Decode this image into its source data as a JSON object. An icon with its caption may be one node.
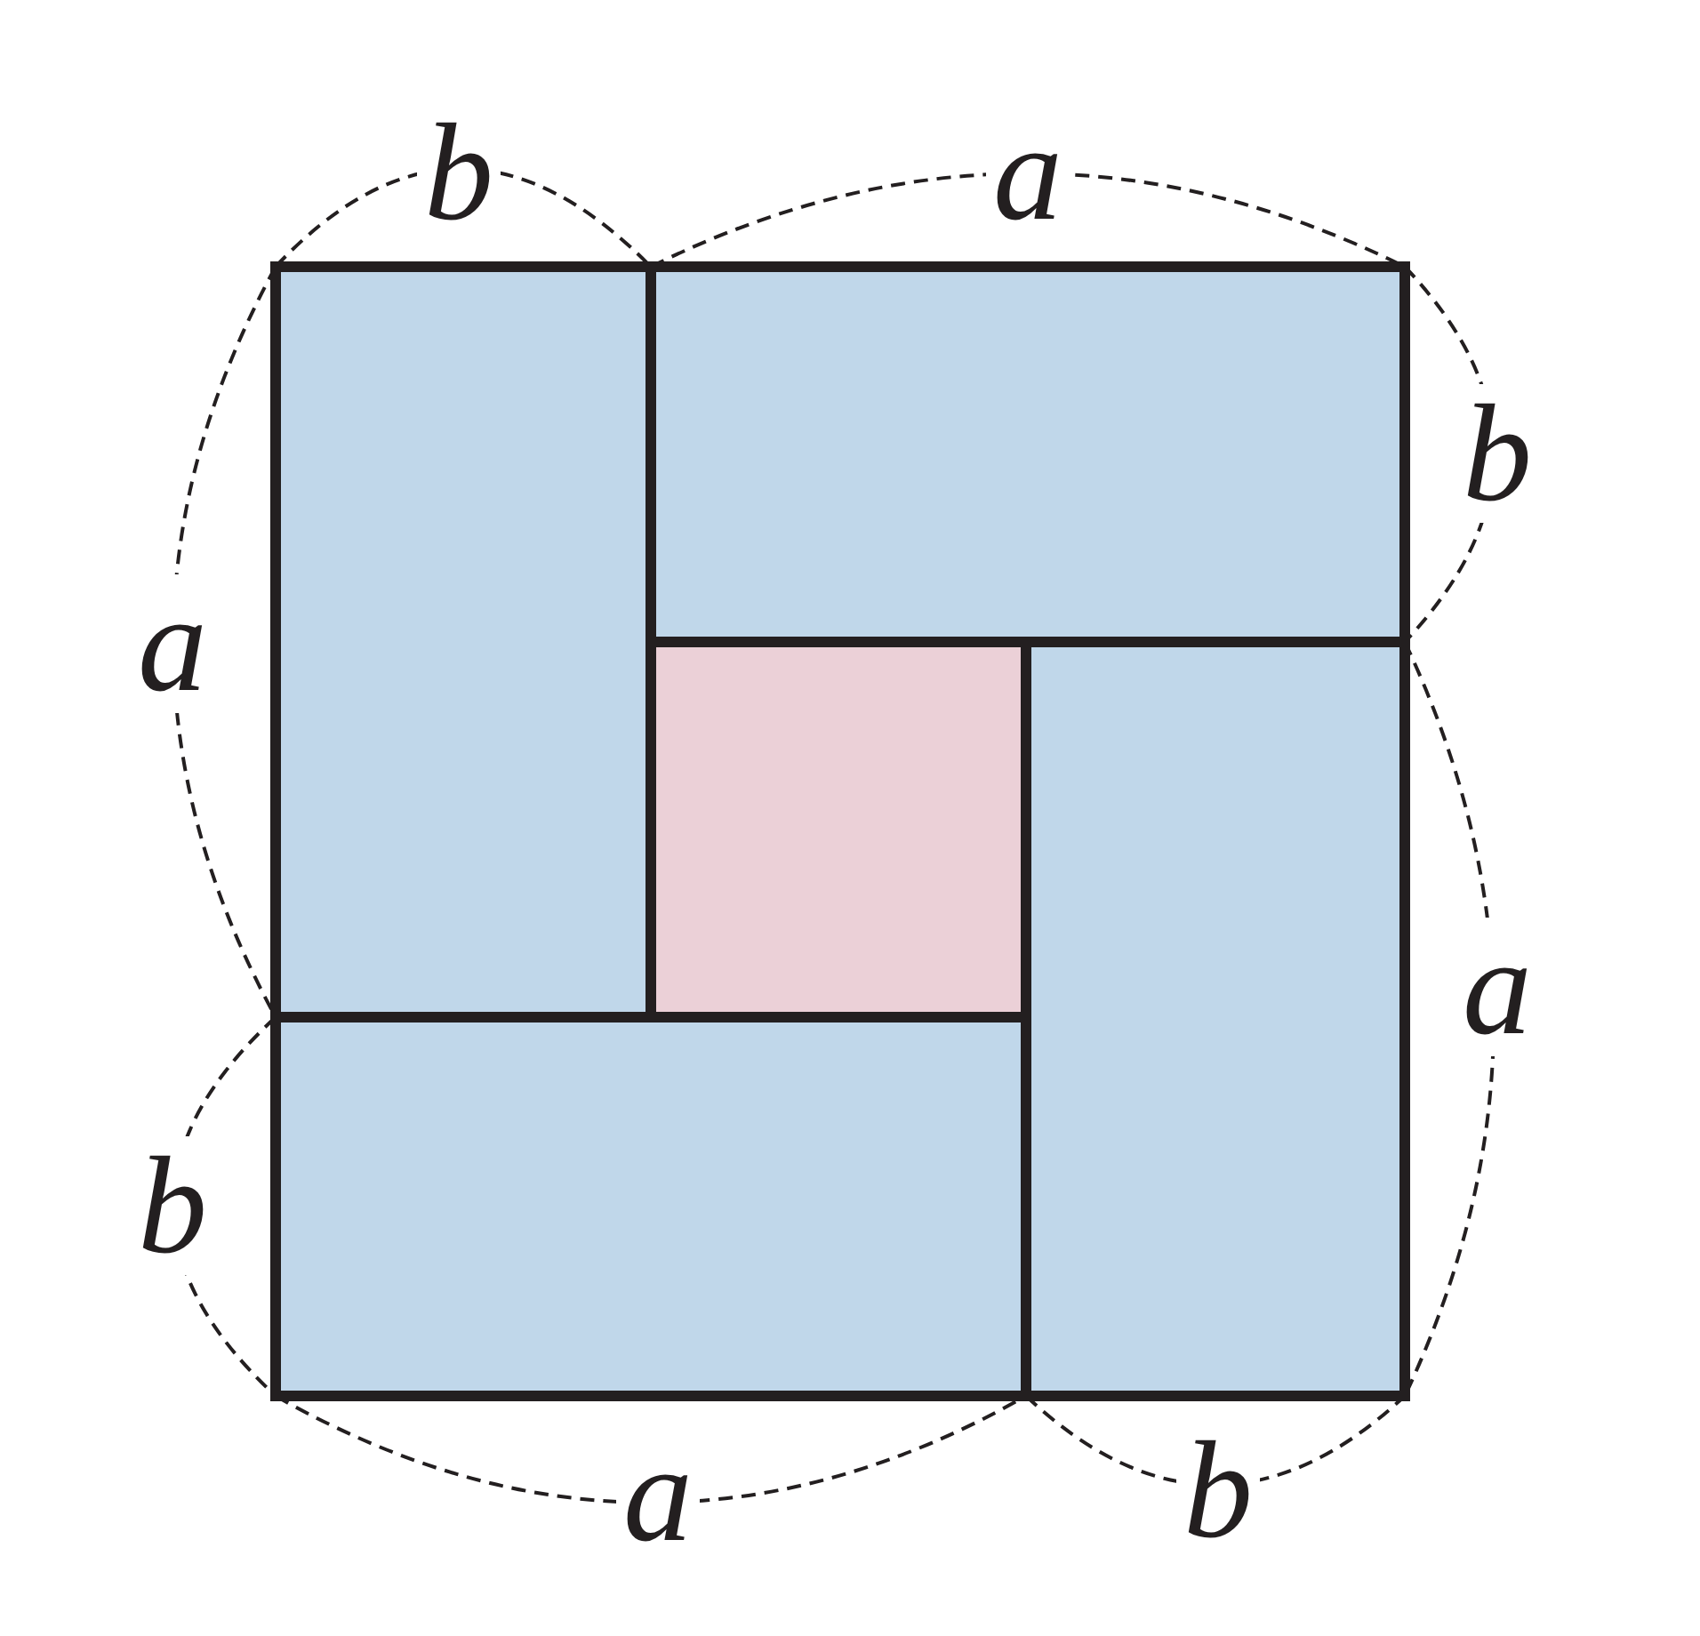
{
  "diagram": {
    "nodes": [
      {
        "text": [],
        "shape": "box"
      },
      {
        "text": [],
        "shape": "box"
      },
      {
        "text": [],
        "shape": "box"
      },
      {
        "text": [],
        "shape": "box"
      },
      {
        "text": [],
        "shape": "box"
      }
    ],
    "labels": [
      "b",
      "a",
      "b",
      "a",
      "a",
      "b",
      "a",
      "b"
    ]
  }
}
